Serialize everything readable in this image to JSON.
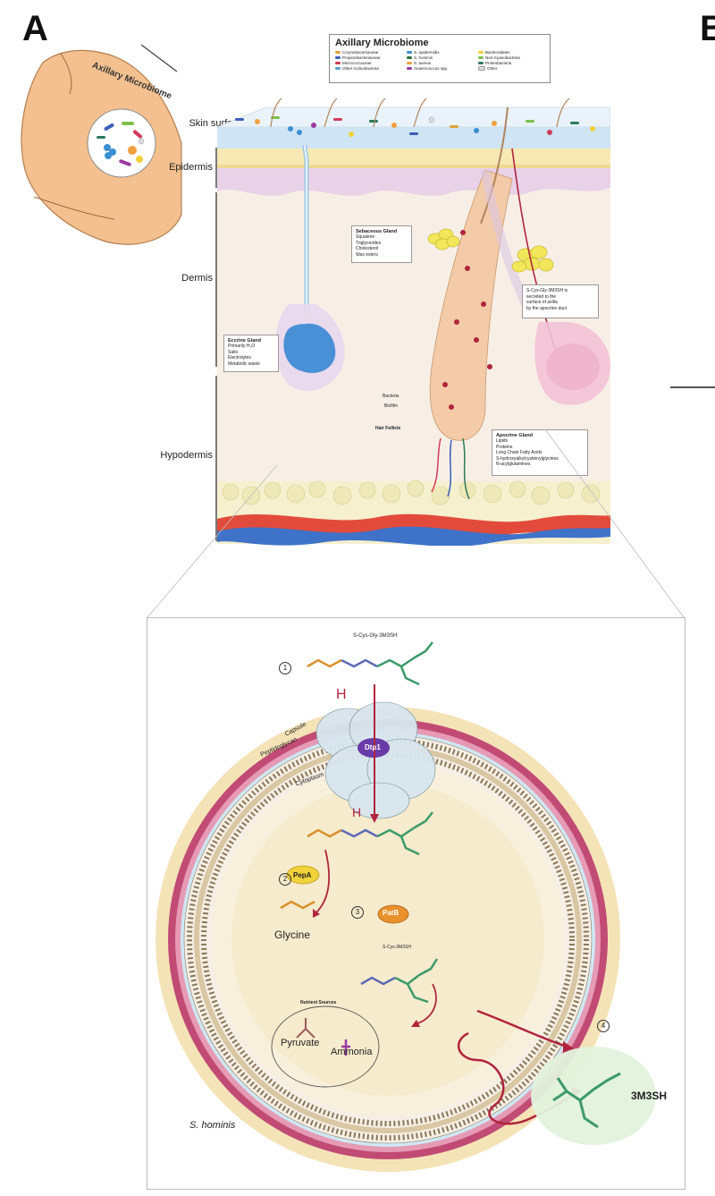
{
  "panel_labels": {
    "a": "A",
    "b": "B"
  },
  "inset_label": "Axillary Microbiome",
  "legend": {
    "title": "Axillary Microbiome",
    "items": [
      {
        "label": "Corynebacteriaceae",
        "color": "#e1a23b"
      },
      {
        "label": "S. epidermidis",
        "color": "#3a8fd1"
      },
      {
        "label": "Bacteroidetes",
        "color": "#f2d23a"
      },
      {
        "label": "Propionibacteriaceae",
        "color": "#3a5fb8"
      },
      {
        "label": "S. hominis",
        "color": "#2f6e3a"
      },
      {
        "label": "Non-Cyanobacteria",
        "color": "#7cc04a"
      },
      {
        "label": "Micrococcaceae",
        "color": "#d23a5a"
      },
      {
        "label": "S. aureus",
        "color": "#f0a040"
      },
      {
        "label": "Proteobacteria",
        "color": "#2a7a5a"
      },
      {
        "label": "Other Actinobacteria",
        "color": "#5aa0d0"
      },
      {
        "label": "Anaerococcus spp.",
        "color": "#9a3aa0"
      },
      {
        "label": "Other",
        "color": "#dddddd"
      }
    ]
  },
  "layers": {
    "skin_surface": "Skin surface",
    "epidermis": "Epidermis",
    "dermis": "Dermis",
    "hypodermis": "Hypodermis"
  },
  "sebaceous": {
    "title": "Sebaceous Gland",
    "lines": [
      "Squalene",
      "Triglycerides",
      "Cholesterol",
      "Wax esters"
    ]
  },
  "eccrine": {
    "title": "Eccrine Gland",
    "lines": [
      "Primarily H₂O",
      "Salts",
      "Electrolytes",
      "Metabolic waste"
    ]
  },
  "secretion_note": [
    "S-Cys-Gly-3M3SH is",
    "secreted to the",
    "surface of axilla",
    "by the apocrine duct"
  ],
  "apocrine": {
    "title": "Apocrine Gland",
    "lines": [
      "Lipids",
      "Proteins",
      "Long Chain Fatty Acids",
      "S-hydroxyalkylcysteinylglycines",
      "N-acylglutamines"
    ]
  },
  "follicle_labels": {
    "bacteria": "Bacteria",
    "biofilm": "Biofilm",
    "hair_follicle": "Hair Follicle"
  },
  "cell": {
    "substrate": "S-Cys-Gly-3M3SH",
    "substrate_inner": "S-Cys-3M3SH",
    "protons_out": "H",
    "protons_in": "H",
    "transporter": "Dtp1",
    "capsule": "Capsule",
    "peptidoglycan": "Peptidoglycan",
    "cytoplasm": "Cytoplasm",
    "step1": "1",
    "step2": "2",
    "step3": "3",
    "step4": "4",
    "enzyme_a": "PepA",
    "enzyme_b": "PatB",
    "glycine": "Glycine",
    "nutrient_sources": "Nutrient Sources",
    "pyruvate": "Pyruvate",
    "ammonia": "Ammonia",
    "product": "3M3SH",
    "organism": "S. hominis"
  }
}
